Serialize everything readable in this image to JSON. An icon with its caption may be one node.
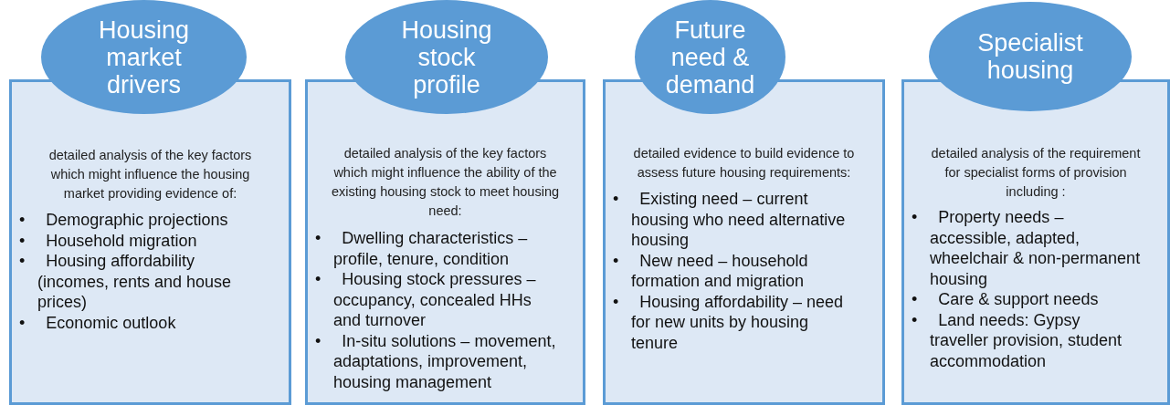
{
  "diagram": {
    "nodes": [
      {
        "text": [
          "Housing market drivers"
        ]
      },
      {
        "text": [
          "detailed analysis of the key factors which might influence the housing market providing evidence of:",
          "• Demographic projections",
          "• Household migration",
          "• Housing affordability (incomes, rents and house prices)",
          "• Economic outlook"
        ]
      },
      {
        "text": [
          "Housing stock profile"
        ]
      },
      {
        "text": [
          "detailed analysis of the key factors which might influence the ability of the existing housing stock to meet housing need:",
          "• Dwelling characteristics – profile, tenure, condition",
          "• Housing stock pressures – occupancy, concealed HHs and turnover",
          "• In-situ solutions – movement, adaptations, improvement, housing management"
        ]
      },
      {
        "text": [
          "Future need & demand"
        ]
      },
      {
        "text": [
          "detailed evidence to build evidence to assess future housing requirements:",
          "• Existing need – current housing who need alternative housing",
          "• New need – household formation and migration",
          "• Housing affordability – need for new units by housing tenure"
        ]
      },
      {
        "text": [
          "Specialist housing"
        ]
      },
      {
        "text": [
          "detailed analysis of the requirement for specialist forms of provision including :",
          "• Property needs – accessible, adapted, wheelchair & non-permanent housing",
          "• Care & support needs",
          "• Land needs: Gypsy traveller provision, student accommodation"
        ]
      }
    ]
  }
}
